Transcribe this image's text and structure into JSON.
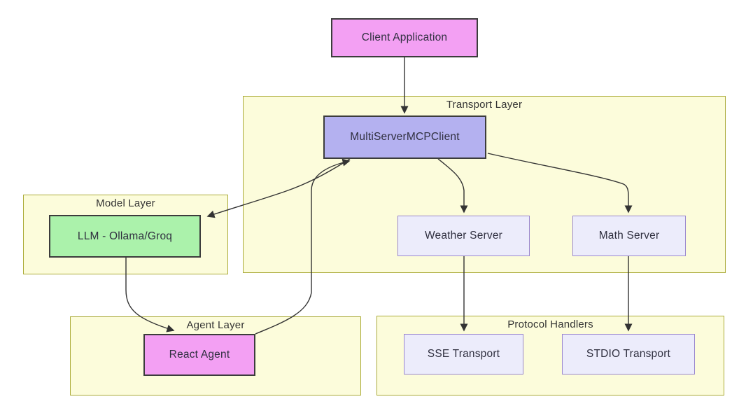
{
  "diagram": {
    "type": "flowchart",
    "nodes": {
      "client_application": {
        "label": "Client Application",
        "fill": "#f3a0f3"
      },
      "multi_server_mcp_client": {
        "label": "MultiServerMCPClient",
        "fill": "#b4b1f0"
      },
      "weather_server": {
        "label": "Weather Server",
        "fill": "#ececfb"
      },
      "math_server": {
        "label": "Math Server",
        "fill": "#ececfb"
      },
      "llm": {
        "label": "LLM - Ollama/Groq",
        "fill": "#abf2ab"
      },
      "react_agent": {
        "label": "React Agent",
        "fill": "#f3a0f3"
      },
      "sse_transport": {
        "label": "SSE Transport",
        "fill": "#ececfb"
      },
      "stdio_transport": {
        "label": "STDIO Transport",
        "fill": "#ececfb"
      }
    },
    "containers": {
      "transport_layer": {
        "label": "Transport Layer"
      },
      "model_layer": {
        "label": "Model Layer"
      },
      "agent_layer": {
        "label": "Agent Layer"
      },
      "protocol_handlers": {
        "label": "Protocol Handlers"
      }
    },
    "edges": [
      {
        "from": "Client Application",
        "to": "MultiServerMCPClient"
      },
      {
        "from": "MultiServerMCPClient",
        "to": "Weather Server"
      },
      {
        "from": "MultiServerMCPClient",
        "to": "Math Server"
      },
      {
        "from": "MultiServerMCPClient",
        "to": "LLM - Ollama/Groq"
      },
      {
        "from": "Weather Server",
        "to": "SSE Transport"
      },
      {
        "from": "Math Server",
        "to": "STDIO Transport"
      },
      {
        "from": "LLM - Ollama/Groq",
        "to": "React Agent"
      },
      {
        "from": "React Agent",
        "to": "MultiServerMCPClient"
      }
    ],
    "colors": {
      "container_fill": "#fcfcdb",
      "container_border": "#abab39",
      "node_border_dark": "#3c3c3c",
      "node_border_light": "#9a87ce",
      "edge_stroke": "#333333",
      "text": "#333333",
      "background": "#ffffff"
    }
  }
}
